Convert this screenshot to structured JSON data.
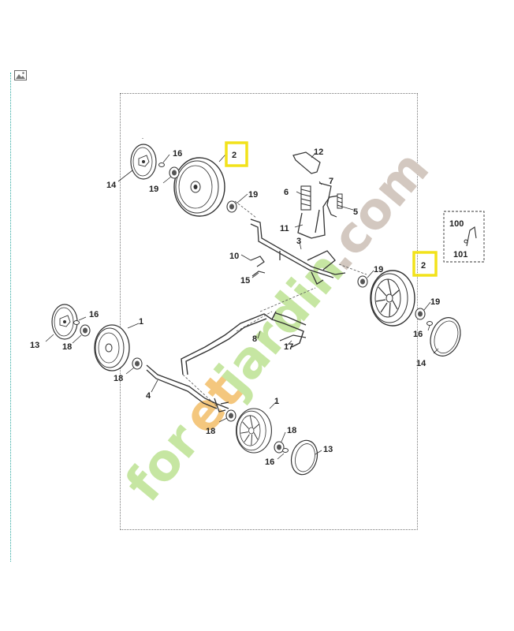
{
  "watermark": {
    "text": "foretjardin.com",
    "green": "#c6e6a2",
    "orange": "#f4c77e",
    "gray": "#d3c8c0"
  },
  "highlight_color": "#f2e21a",
  "icons": {
    "image": "image-icon"
  },
  "callouts": [
    {
      "id": "c1a",
      "text": "1"
    },
    {
      "id": "c1b",
      "text": "1"
    },
    {
      "id": "c2a",
      "text": "2"
    },
    {
      "id": "c2b",
      "text": "2"
    },
    {
      "id": "c3",
      "text": "3"
    },
    {
      "id": "c4",
      "text": "4"
    },
    {
      "id": "c5",
      "text": "5"
    },
    {
      "id": "c6",
      "text": "6"
    },
    {
      "id": "c7",
      "text": "7"
    },
    {
      "id": "c8",
      "text": "8"
    },
    {
      "id": "c10",
      "text": "10"
    },
    {
      "id": "c11",
      "text": "11"
    },
    {
      "id": "c12",
      "text": "12"
    },
    {
      "id": "c13a",
      "text": "13"
    },
    {
      "id": "c13b",
      "text": "13"
    },
    {
      "id": "c14a",
      "text": "14"
    },
    {
      "id": "c14b",
      "text": "14"
    },
    {
      "id": "c15",
      "text": "15"
    },
    {
      "id": "c16a",
      "text": "16"
    },
    {
      "id": "c16b",
      "text": "16"
    },
    {
      "id": "c16c",
      "text": "16"
    },
    {
      "id": "c16d",
      "text": "16"
    },
    {
      "id": "c17",
      "text": "17"
    },
    {
      "id": "c18a",
      "text": "18"
    },
    {
      "id": "c18b",
      "text": "18"
    },
    {
      "id": "c18c",
      "text": "18"
    },
    {
      "id": "c18d",
      "text": "18"
    },
    {
      "id": "c19a",
      "text": "19"
    },
    {
      "id": "c19b",
      "text": "19"
    },
    {
      "id": "c19c",
      "text": "19"
    },
    {
      "id": "c19d",
      "text": "19"
    },
    {
      "id": "c100",
      "text": "100"
    },
    {
      "id": "c101",
      "text": "101"
    }
  ]
}
